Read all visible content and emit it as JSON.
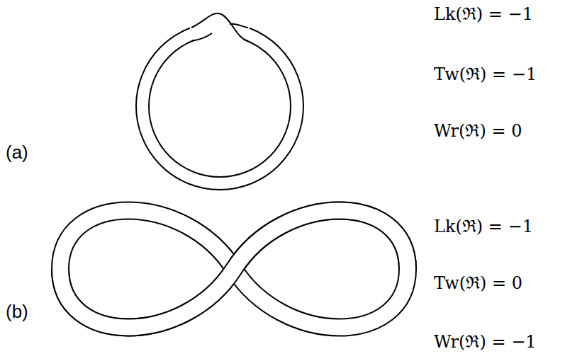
{
  "diagram": {
    "labels": [
      "(a)",
      "Lk(ℜ) = −1",
      "Tw(ℜ) = −1",
      "Wr(ℜ) = 0",
      "(b)",
      "Lk(ℜ) = −1",
      "Tw(ℜ) = 0",
      "Wr(ℜ) = −1"
    ]
  }
}
